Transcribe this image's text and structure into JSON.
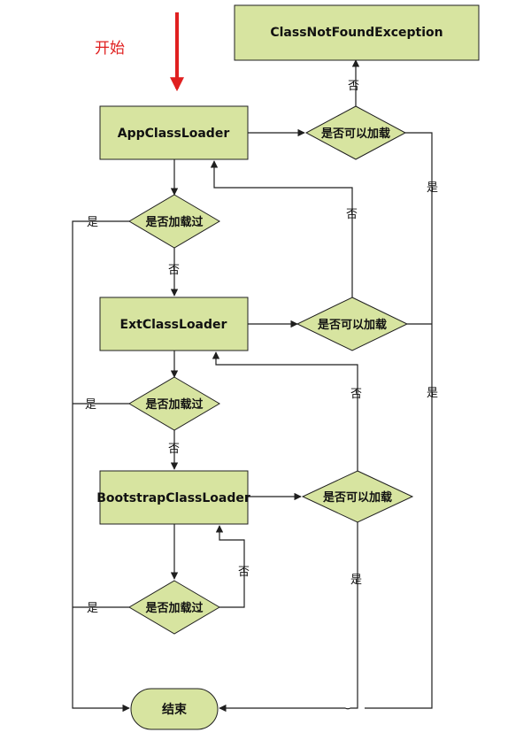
{
  "start_label": "开始",
  "colors": {
    "node_fill": "#d7e4a0",
    "start_arrow": "#e02020",
    "stroke": "#1f1f1f"
  },
  "nodes": {
    "class_not_found": "ClassNotFoundException",
    "app_loader": "AppClassLoader",
    "app_can_load": "是否可以加载",
    "app_loaded": "是否加载过",
    "ext_loader": "ExtClassLoader",
    "ext_can_load": "是否可以加载",
    "ext_loaded": "是否加载过",
    "boot_loader": "BootstrapClassLoader",
    "boot_can_load": "是否可以加载",
    "boot_loaded": "是否加载过",
    "end": "结束"
  },
  "edge_labels": {
    "app_can_no": "否",
    "app_can_yes": "是",
    "app_loaded_yes": "是",
    "app_loaded_no": "否",
    "ext_can_no": "否",
    "ext_can_yes": "是",
    "ext_loaded_yes": "是",
    "ext_loaded_no": "否",
    "boot_can_no": "否",
    "boot_can_yes": "是",
    "boot_loaded_yes": "是",
    "boot_loaded_no": "否"
  }
}
